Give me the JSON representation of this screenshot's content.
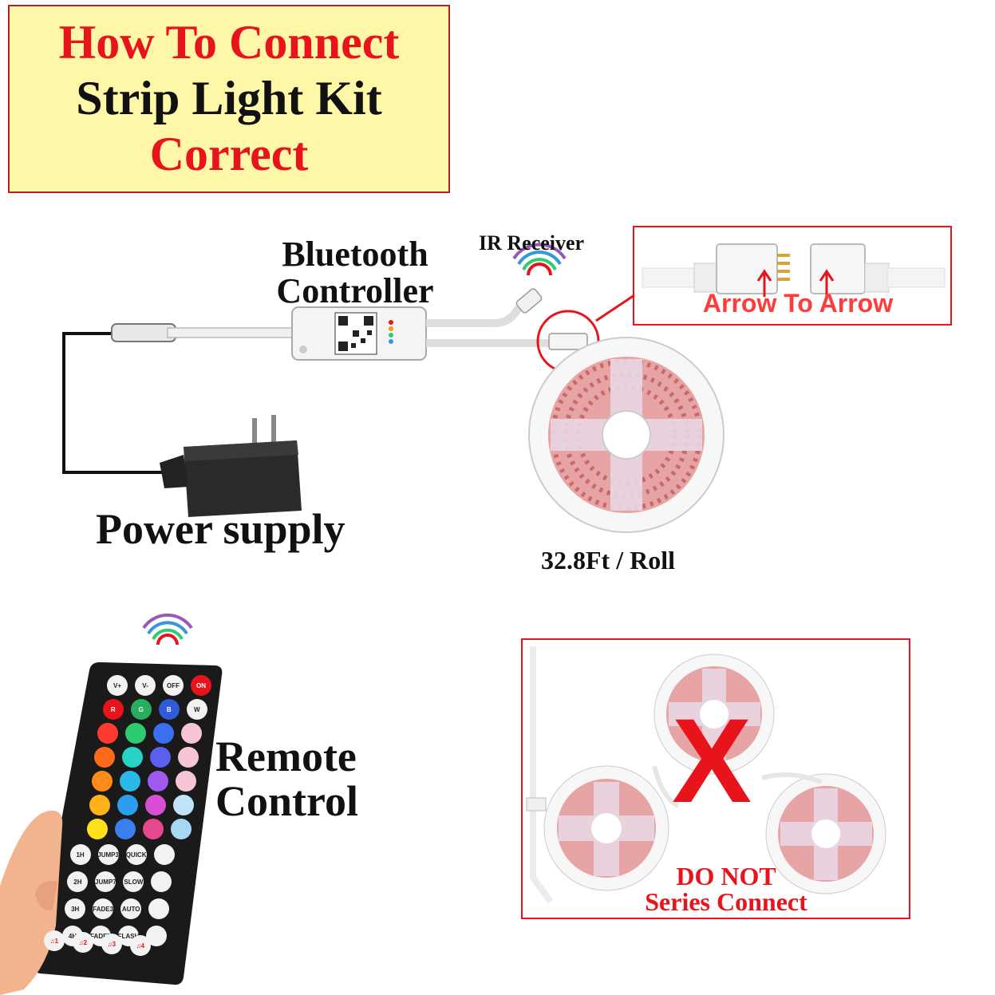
{
  "title": {
    "line1": "How To Connect",
    "line2": "Strip Light Kit",
    "line3": "Correct"
  },
  "labels": {
    "ir_receiver": "IR Receiver",
    "bluetooth_line1": "Bluetooth",
    "bluetooth_line2": "Controller",
    "power_supply": "Power supply",
    "roll": "32.8Ft / Roll",
    "remote_line1": "Remote",
    "remote_line2": "Control"
  },
  "connector_zoom": {
    "text": "Arrow To Arrow"
  },
  "warning": {
    "mark": "X",
    "line1": "DO NOT",
    "line2": "Series Connect"
  },
  "remote_buttons": {
    "row1": [
      "V+",
      "V-",
      "OFF",
      "ON"
    ],
    "row2": [
      "R",
      "G",
      "B",
      "W"
    ],
    "speed_rows": [
      [
        "1H",
        "JUMP3",
        "QUICK"
      ],
      [
        "2H",
        "JUMP7",
        "SLOW"
      ],
      [
        "3H",
        "FADE3",
        "AUTO"
      ],
      [
        "4H",
        "FADE7",
        "FLASH"
      ]
    ],
    "music": [
      "1",
      "2",
      "3",
      "4"
    ]
  },
  "colors": {
    "accent_red": "#e8141c",
    "title_bg": "#fff7a8",
    "remote_body": "#1a1a1a",
    "strip_pink": "#d98a8a"
  }
}
